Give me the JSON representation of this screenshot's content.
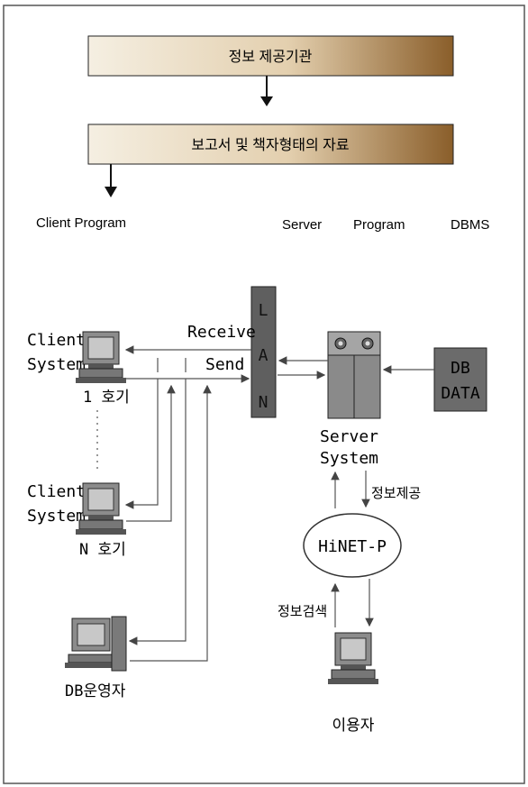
{
  "top_boxes": {
    "box1": "정보 제공기관",
    "box2": "보고서 및 책자형태의 자료"
  },
  "column_labels": {
    "client_program": "Client Program",
    "server_program": "Server",
    "program": "Program",
    "dbms": "DBMS"
  },
  "lan": {
    "l": "L",
    "a": "A",
    "n": "N"
  },
  "arrows": {
    "receive": "Receive",
    "send": "Send"
  },
  "clients": {
    "c1_line1": "Client",
    "c1_line2": "System",
    "c1_caption": "1 호기",
    "cn_line1": "Client",
    "cn_line2": "System",
    "cn_caption": "N 호기",
    "db_operator": "DB운영자"
  },
  "server": {
    "line1": "Server",
    "line2": "System",
    "info_provide": "정보제공"
  },
  "db_box": {
    "line1": "DB",
    "line2": "DATA"
  },
  "network": {
    "hinet": "HiNET-P",
    "info_search": "정보검색"
  },
  "user": {
    "label": "이용자"
  },
  "colors": {
    "bar_light": "#f3ecdd",
    "bar_dark": "#8a5e2a",
    "lan_fill": "#5f5f5f",
    "db_fill": "#6b6b6b"
  }
}
